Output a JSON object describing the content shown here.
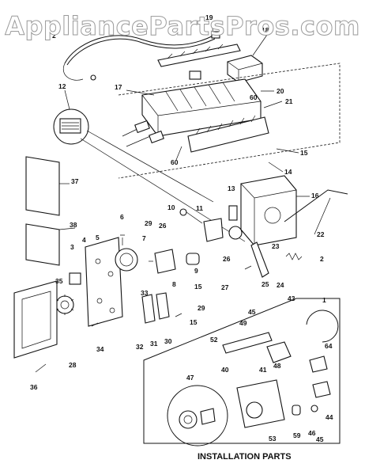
{
  "watermark": "AppliancePartsPros.com",
  "installation_label": "INSTALLATION PARTS",
  "parts": [
    {
      "id": "p2a",
      "label": "2"
    },
    {
      "id": "p19",
      "label": "19"
    },
    {
      "id": "p18",
      "label": "18"
    },
    {
      "id": "p12",
      "label": "12"
    },
    {
      "id": "p17",
      "label": "17"
    },
    {
      "id": "p20",
      "label": "20"
    },
    {
      "id": "p60a",
      "label": "60"
    },
    {
      "id": "p21",
      "label": "21"
    },
    {
      "id": "p60b",
      "label": "60"
    },
    {
      "id": "p15a",
      "label": "15"
    },
    {
      "id": "p14",
      "label": "14"
    },
    {
      "id": "p37",
      "label": "37"
    },
    {
      "id": "p16",
      "label": "16"
    },
    {
      "id": "p13",
      "label": "13"
    },
    {
      "id": "p10",
      "label": "10"
    },
    {
      "id": "p11",
      "label": "11"
    },
    {
      "id": "p22",
      "label": "22"
    },
    {
      "id": "p38",
      "label": "38"
    },
    {
      "id": "p6",
      "label": "6"
    },
    {
      "id": "p29a",
      "label": "29"
    },
    {
      "id": "p26a",
      "label": "26"
    },
    {
      "id": "p4",
      "label": "4"
    },
    {
      "id": "p5",
      "label": "5"
    },
    {
      "id": "p3",
      "label": "3"
    },
    {
      "id": "p7",
      "label": "7"
    },
    {
      "id": "p9",
      "label": "9"
    },
    {
      "id": "p26b",
      "label": "26"
    },
    {
      "id": "p23",
      "label": "23"
    },
    {
      "id": "p2b",
      "label": "2"
    },
    {
      "id": "p27",
      "label": "27"
    },
    {
      "id": "p25",
      "label": "25"
    },
    {
      "id": "p24",
      "label": "24"
    },
    {
      "id": "p35",
      "label": "35"
    },
    {
      "id": "p8",
      "label": "8"
    },
    {
      "id": "p15b",
      "label": "15"
    },
    {
      "id": "p33",
      "label": "33"
    },
    {
      "id": "p29b",
      "label": "29"
    },
    {
      "id": "p43",
      "label": "43"
    },
    {
      "id": "p1",
      "label": "1"
    },
    {
      "id": "p45a",
      "label": "45"
    },
    {
      "id": "p49",
      "label": "49"
    },
    {
      "id": "p15c",
      "label": "15"
    },
    {
      "id": "p32",
      "label": "32"
    },
    {
      "id": "p31",
      "label": "31"
    },
    {
      "id": "p30",
      "label": "30"
    },
    {
      "id": "p52",
      "label": "52"
    },
    {
      "id": "p34",
      "label": "34"
    },
    {
      "id": "p28",
      "label": "28"
    },
    {
      "id": "p40",
      "label": "40"
    },
    {
      "id": "p48",
      "label": "48"
    },
    {
      "id": "p64",
      "label": "64"
    },
    {
      "id": "p47",
      "label": "47"
    },
    {
      "id": "p41",
      "label": "41"
    },
    {
      "id": "p36",
      "label": "36"
    },
    {
      "id": "p44",
      "label": "44"
    },
    {
      "id": "p53",
      "label": "53"
    },
    {
      "id": "p59",
      "label": "59"
    },
    {
      "id": "p46",
      "label": "46"
    },
    {
      "id": "p45b",
      "label": "45"
    }
  ]
}
